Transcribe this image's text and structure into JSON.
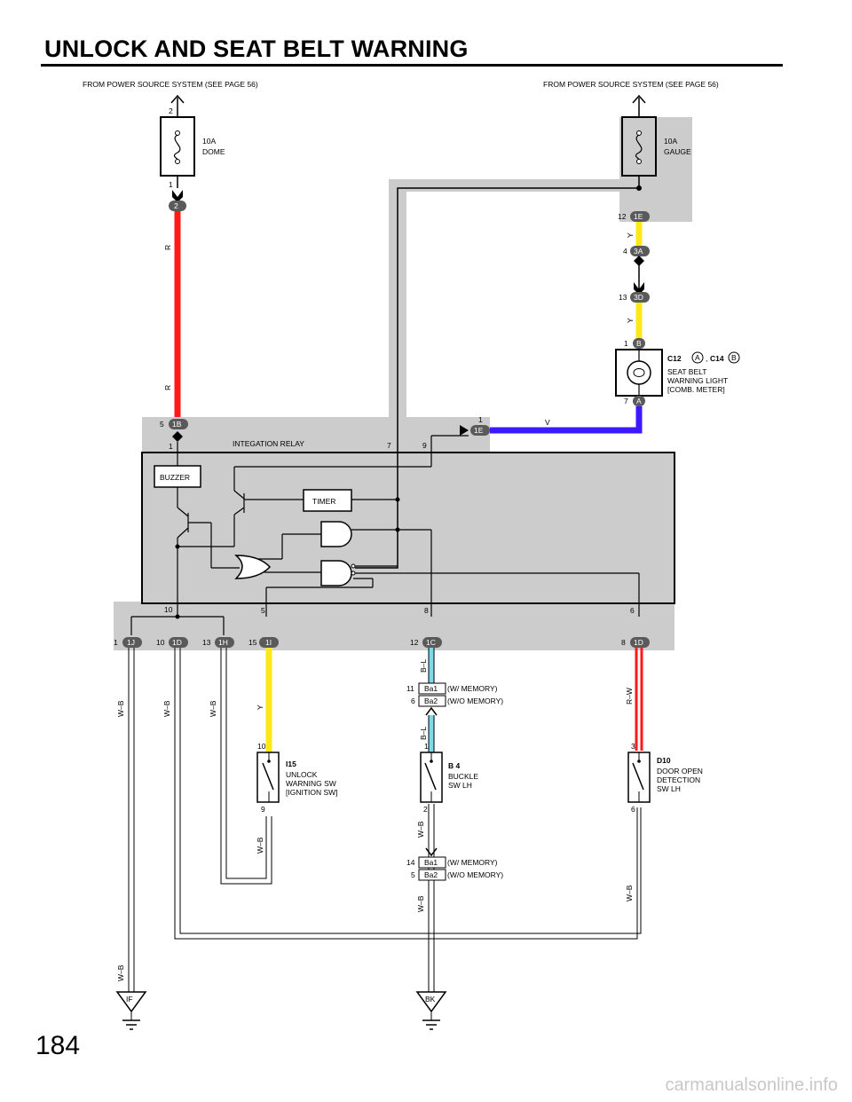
{
  "header": {
    "title": "UNLOCK AND SEAT BELT WARNING"
  },
  "footer": {
    "page_number": "184",
    "watermark": "carmanualsonline.info"
  },
  "power_sources": {
    "left": "FROM POWER SOURCE SYSTEM (SEE PAGE 56)",
    "right": "FROM POWER SOURCE SYSTEM (SEE PAGE 56)"
  },
  "fuses": {
    "dome": {
      "rating": "10A",
      "name": "DOME",
      "pin_top": "2",
      "pin_bottom": "1"
    },
    "gauge": {
      "rating": "10A",
      "name": "GAUGE"
    }
  },
  "connectors": {
    "c_2": "2",
    "c_1E": "1E",
    "c_3A": "3A",
    "c_3D": "3D",
    "c_1B": "1B",
    "c_1E_relay": "1E",
    "c_1J": "1J",
    "c_1D_a": "1D",
    "c_1H": "1H",
    "c_1I": "1I",
    "c_1C": "1C",
    "c_1D_b": "1D",
    "c_B": "B",
    "c_A": "A",
    "c_A_label": "A",
    "c_B_label": "B",
    "ba1_top": "Ba1",
    "ba2_top": "Ba2",
    "ba1_bot": "Ba1",
    "ba2_bot": "Ba2",
    "gnd_if": "IF",
    "gnd_bk": "BK"
  },
  "pins": {
    "p12_1E": "12",
    "p4_3A": "4",
    "p13_3D": "13",
    "p1_B": "1",
    "p7_A": "7",
    "p5_1B": "5",
    "p1_relay": "1",
    "p1_1E": "1",
    "p7": "7",
    "p9": "9",
    "p10_top": "10",
    "p5": "5",
    "p8": "8",
    "p6": "6",
    "p1_1J": "1",
    "p10_1D": "10",
    "p13_1H": "13",
    "p15_1I": "15",
    "p12_1C": "12",
    "p8_1D": "8",
    "p11_ba1": "11",
    "p6_ba2": "6",
    "p14_ba1": "14",
    "p5_ba2": "5",
    "p10_i15": "10",
    "p9_i15": "9",
    "p1_b4": "1",
    "p2_b4": "2",
    "p3_d10": "3",
    "p6_d10": "6"
  },
  "wire_colors": {
    "r1": "R",
    "r2": "R",
    "y1": "Y",
    "y2": "Y",
    "v": "V",
    "y3": "Y",
    "bl1": "B–L",
    "bl2": "B–L",
    "rw": "R–W",
    "wb1": "W–B",
    "wb2": "W–B",
    "wb3": "W–B",
    "wb4": "W–B",
    "wb5": "W–B",
    "wb6": "W–B",
    "wb7": "W–B",
    "wb8": "W–B"
  },
  "memory_notes": {
    "top_w": "(W/ MEMORY)",
    "top_wo": "(W/O MEMORY)",
    "bot_w": "(W/ MEMORY)",
    "bot_wo": "(W/O MEMORY)"
  },
  "relay": {
    "name": "INTEGATION RELAY",
    "buzzer": "BUZZER",
    "timer": "TIMER"
  },
  "components": {
    "c12_c14": {
      "code1": "C12",
      "sep": ",",
      "code2": "C14",
      "line1": "SEAT BELT",
      "line2": "WARNING LIGHT",
      "line3": "[COMB.  METER]"
    },
    "i15": {
      "code": "I15",
      "line1": "UNLOCK",
      "line2": "WARNING SW",
      "line3": "[IGNITION SW]"
    },
    "b4": {
      "code": "B 4",
      "line1": "BUCKLE",
      "line2": "SW LH"
    },
    "d10": {
      "code": "D10",
      "line1": "DOOR OPEN",
      "line2": "DETECTION",
      "line3": "SW LH"
    }
  },
  "colors": {
    "red_wire": "#ff1a1a",
    "yellow_wire": "#ffe81a",
    "violet_wire": "#3b1aff",
    "blue_light_wire": "#7fd8e8",
    "relay_fill": "#cccccc",
    "box_fill": "#cccccc"
  }
}
